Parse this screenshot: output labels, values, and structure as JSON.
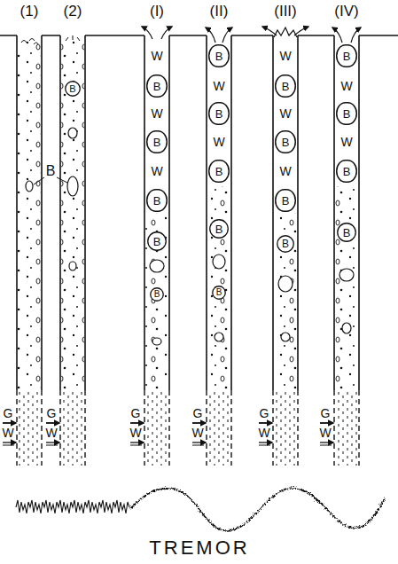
{
  "diagram": {
    "nodes": [
      {
        "text": [
          "(1)"
        ]
      },
      {
        "text": [
          "(2)"
        ]
      },
      {
        "text": [
          "B"
        ],
        "in": 1
      },
      {
        "text": [
          "(I)"
        ]
      },
      {
        "text": [
          "B"
        ],
        "in": 3
      },
      {
        "text": [
          "B"
        ],
        "in": 3
      },
      {
        "text": [
          "B"
        ],
        "in": 3
      },
      {
        "text": [
          "B"
        ],
        "in": 3
      },
      {
        "text": [
          "B"
        ],
        "in": 3
      },
      {
        "text": [
          "(II)"
        ]
      },
      {
        "text": [
          "B"
        ],
        "in": 9
      },
      {
        "text": [
          "B"
        ],
        "in": 9
      },
      {
        "text": [
          "B"
        ],
        "in": 9
      },
      {
        "text": [
          "B"
        ],
        "in": 9
      },
      {
        "text": [
          "B"
        ],
        "in": 9
      },
      {
        "text": [
          "(III)"
        ]
      },
      {
        "text": [
          "B"
        ],
        "in": 15
      },
      {
        "text": [
          "B"
        ],
        "in": 15
      },
      {
        "text": [
          "B"
        ],
        "in": 15
      },
      {
        "text": [
          "B"
        ],
        "in": 15
      },
      {
        "text": [
          "(IV)"
        ]
      },
      {
        "text": [
          "B"
        ],
        "in": 20
      },
      {
        "text": [
          "B"
        ],
        "in": 20
      },
      {
        "text": [
          "B"
        ],
        "in": 20
      },
      {
        "text": [
          "B"
        ],
        "in": 20
      }
    ],
    "labels": [
      "B",
      "W",
      "W",
      "W",
      "W",
      "W",
      "W",
      "W",
      "W",
      "W",
      "W",
      "G",
      "W",
      "G",
      "W",
      "G",
      "W",
      "G",
      "W",
      "G",
      "W",
      "G",
      "W",
      "TREMOR"
    ]
  }
}
